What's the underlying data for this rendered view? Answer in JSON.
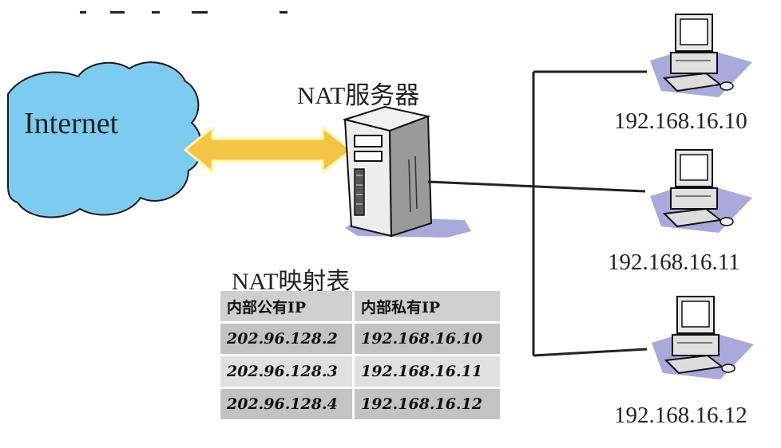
{
  "cloud": {
    "label": "Internet"
  },
  "server": {
    "label": "NAT服务器"
  },
  "computers": [
    {
      "ip": "192.168.16.10"
    },
    {
      "ip": "192.168.16.11"
    },
    {
      "ip": "192.168.16.12"
    }
  ],
  "nat_table": {
    "title": "NAT映射表",
    "headers": [
      "内部公有IP",
      "内部私有IP"
    ],
    "rows": [
      [
        "202.96.128.2",
        "192.168.16.10"
      ],
      [
        "202.96.128.3",
        "192.168.16.11"
      ],
      [
        "202.96.128.4",
        "192.168.16.12"
      ]
    ]
  },
  "colors": {
    "cloud_fill": "#7ecbf0",
    "arrow_fill": "#f4c544",
    "arrow_edge": "#fff7b0",
    "pc_shadow": "#a9a9dc",
    "line": "#222222"
  }
}
